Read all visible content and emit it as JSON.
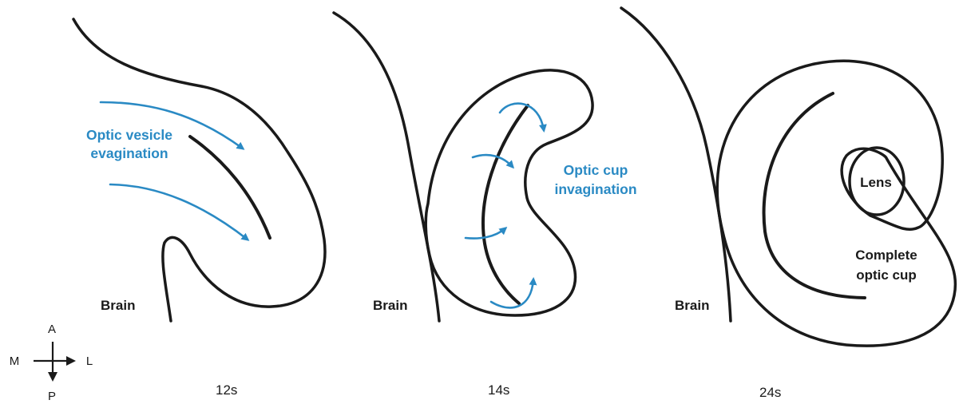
{
  "colors": {
    "accent": "#2a8ac4",
    "line": "#1a1a1a"
  },
  "compass": {
    "anterior": "A",
    "medial": "M",
    "lateral": "L",
    "posterior": "P"
  },
  "panels": [
    {
      "stage": "12s",
      "brain_label": "Brain",
      "process_lines": [
        "Optic vesicle",
        "evagination"
      ]
    },
    {
      "stage": "14s",
      "brain_label": "Brain",
      "process_lines": [
        "Optic cup",
        "invagination"
      ]
    },
    {
      "stage": "24s",
      "brain_label": "Brain",
      "lens_label": "Lens",
      "result_lines": [
        "Complete",
        "optic cup"
      ]
    }
  ]
}
